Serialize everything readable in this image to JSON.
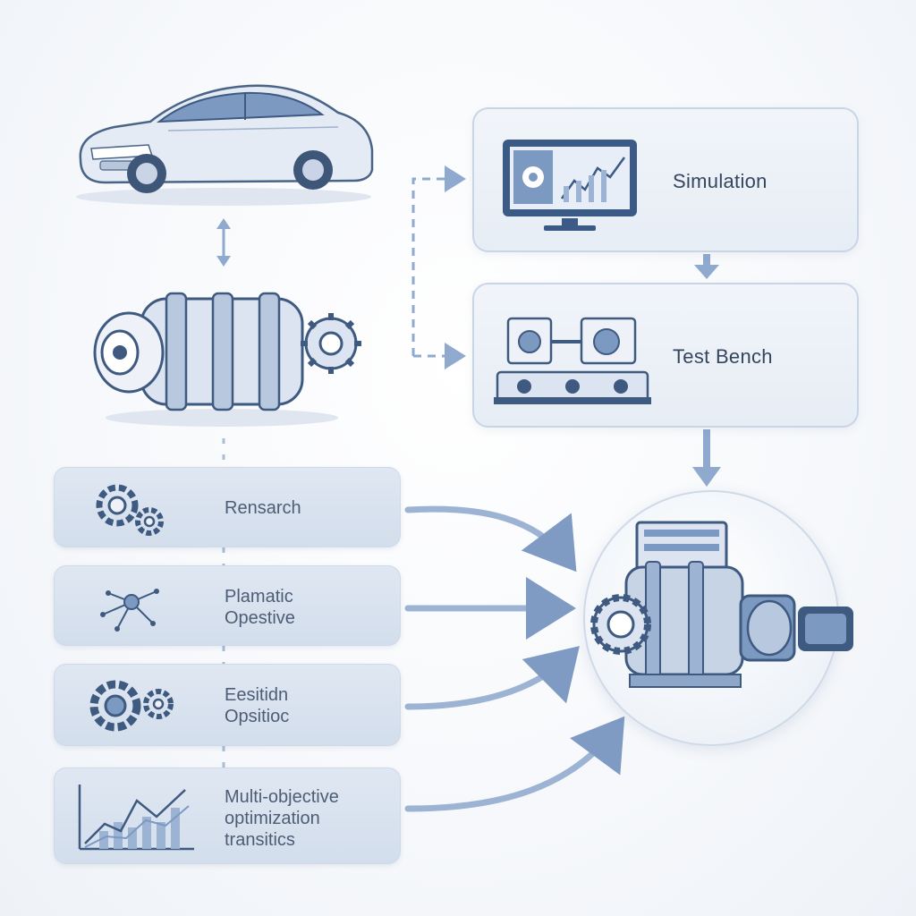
{
  "flow": {
    "simulation": {
      "label": "Simulation"
    },
    "test_bench": {
      "label": "Test Bench"
    }
  },
  "steps": [
    {
      "lines": [
        "Rensarch"
      ]
    },
    {
      "lines": [
        "Plamatic",
        "Opestive"
      ]
    },
    {
      "lines": [
        "Eesitidn",
        "Opsitioc"
      ]
    },
    {
      "lines": [
        "Multi-objective",
        "optimization",
        "transitics"
      ]
    }
  ],
  "colors": {
    "accent": "#5b7fb3",
    "panel_border": "#c9d5e6",
    "text": "#34465f",
    "connector": "#8fa9cf"
  }
}
